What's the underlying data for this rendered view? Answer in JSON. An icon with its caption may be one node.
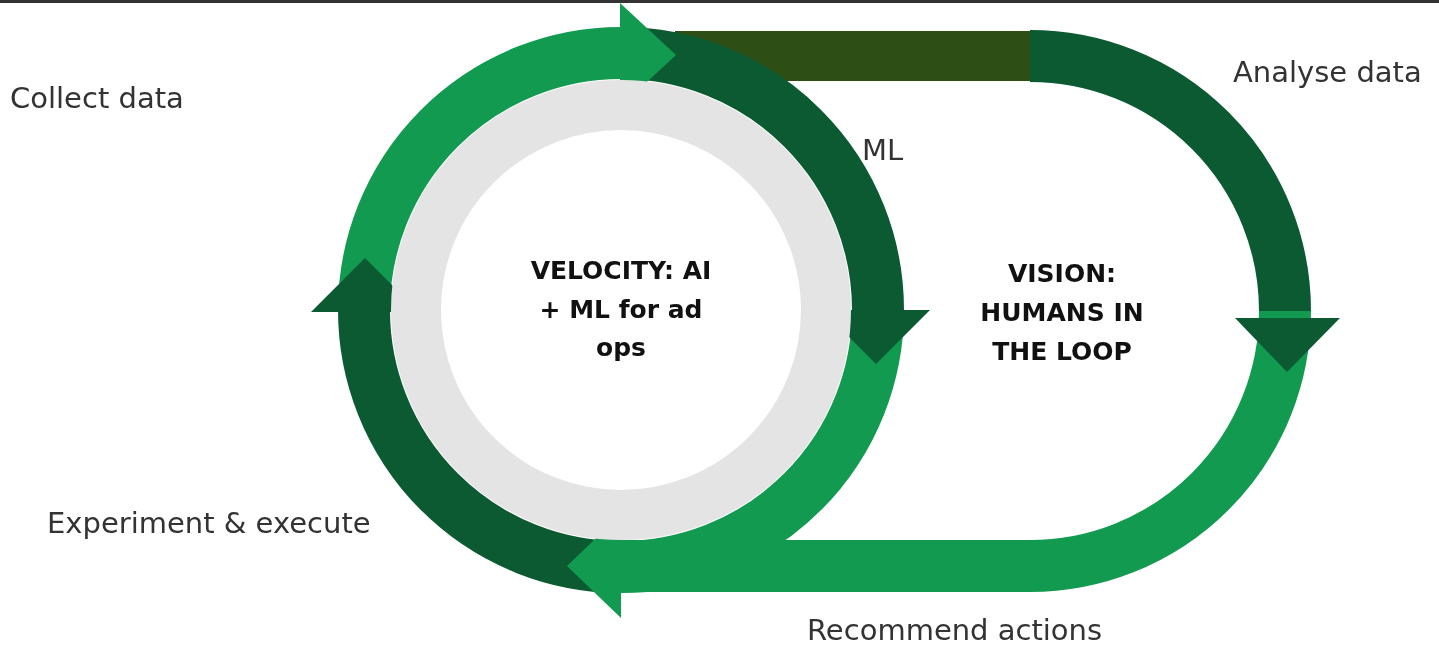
{
  "diagram": {
    "nodes": [
      {
        "text": [
          "VELOCITY: AI + ML for ad ops"
        ]
      }
    ],
    "labels": [
      "Collect data",
      "Analyse data",
      "ML",
      "Experiment & execute",
      "Recommend actions",
      "VISION: HUMANS IN THE LOOP"
    ]
  }
}
